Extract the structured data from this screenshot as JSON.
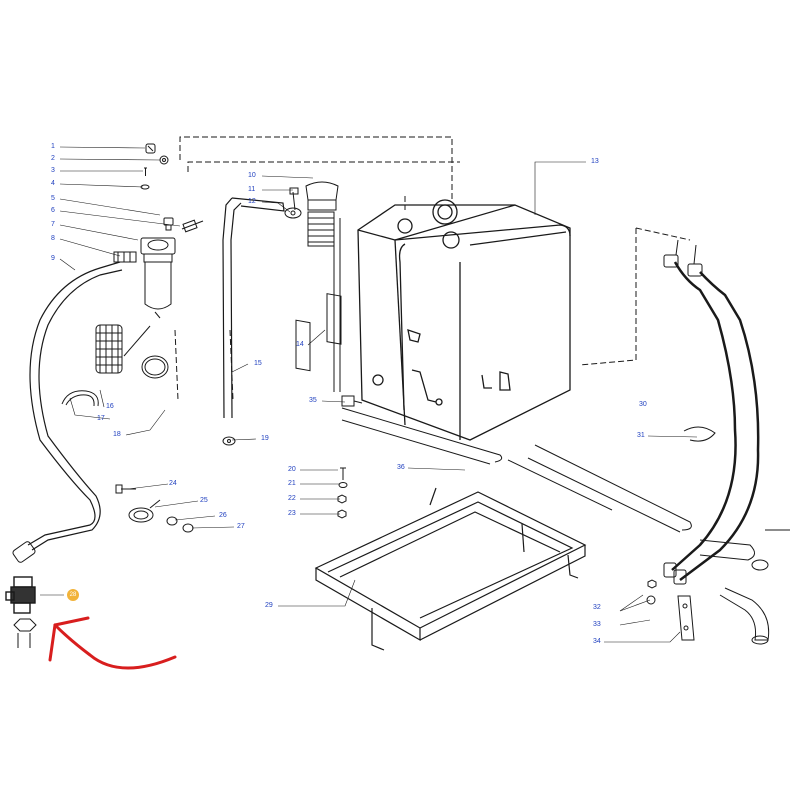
{
  "callouts": {
    "n1": "1",
    "n2": "2",
    "n3": "3",
    "n4": "4",
    "n5": "5",
    "n6": "6",
    "n7": "7",
    "n8": "8",
    "n9": "9",
    "n10": "10",
    "n11": "11",
    "n12": "12",
    "n13": "13",
    "n14": "14",
    "n15": "15",
    "n16": "16",
    "n17": "17",
    "n18": "18",
    "n19": "19",
    "n20": "20",
    "n21": "21",
    "n22": "22",
    "n23": "23",
    "n24": "24",
    "n25": "25",
    "n26": "26",
    "n27": "27",
    "n28": "28",
    "n29": "29",
    "n30": "30",
    "n31": "31",
    "n32": "32",
    "n33": "33",
    "n34": "34",
    "n35": "35",
    "n36": "36"
  },
  "colors": {
    "callout_text": "#1f3fbf",
    "highlight_badge": "#f2b33a",
    "pointer_arrow": "#d81e1e",
    "line_art": "#1a1a1a"
  }
}
